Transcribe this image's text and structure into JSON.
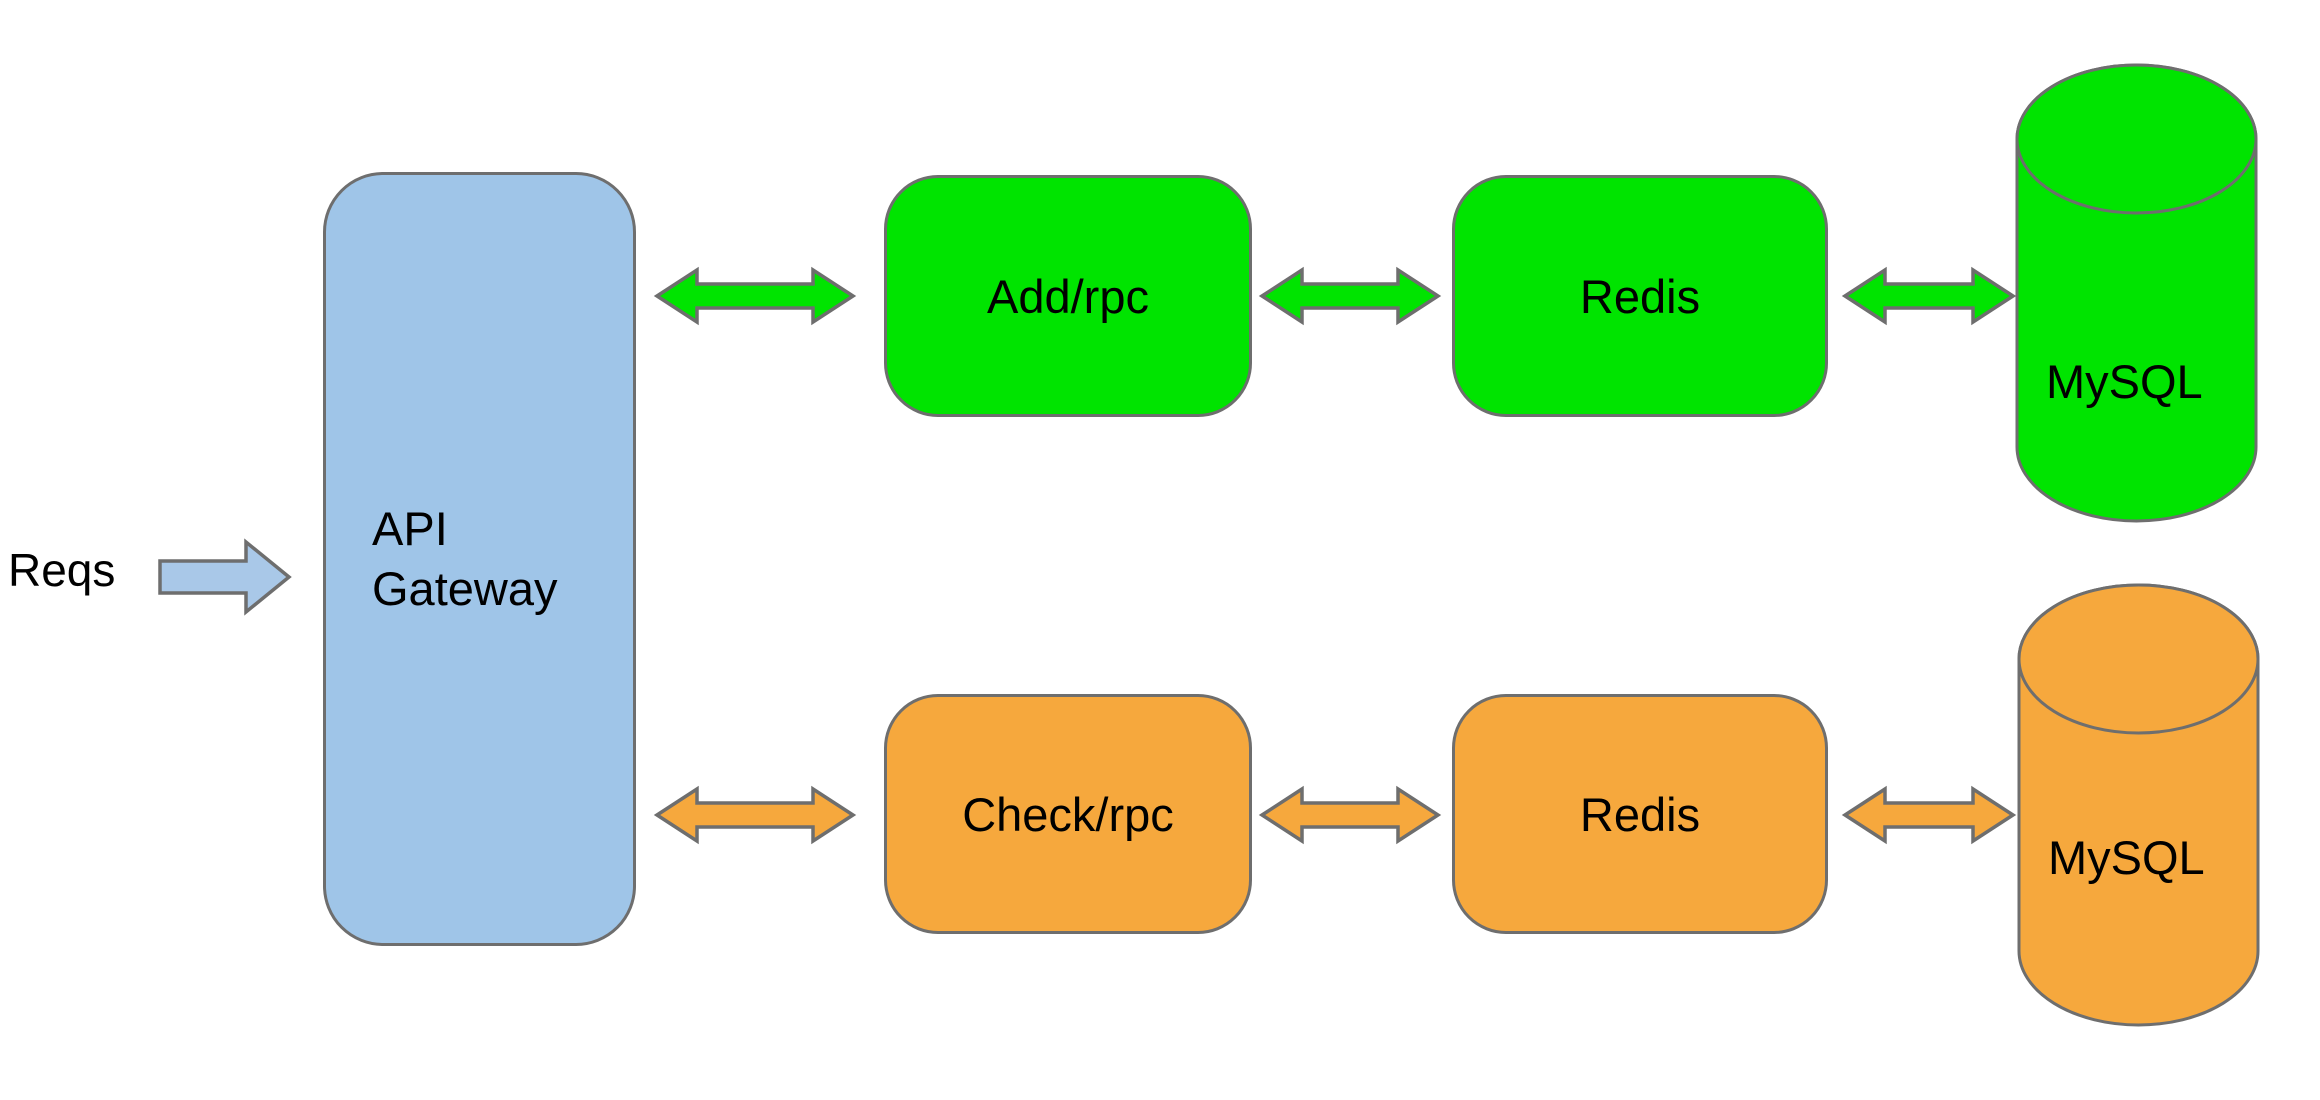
{
  "labels": {
    "reqs": "Reqs",
    "gateway_line1": "API",
    "gateway_line2": "Gateway"
  },
  "top_row": {
    "service": "Add/rpc",
    "cache": "Redis",
    "database": "MySQL"
  },
  "bottom_row": {
    "service": "Check/rpc",
    "cache": "Redis",
    "database": "MySQL"
  },
  "colors": {
    "gateway_fill": "#9fc5e8",
    "reqs_arrow_fill": "#a9c8e8",
    "top_row_fill": "#00e400",
    "bottom_row_fill": "#f6a83d",
    "outline": "#6e6e6e",
    "text": "#000000",
    "background": "#ffffff"
  }
}
